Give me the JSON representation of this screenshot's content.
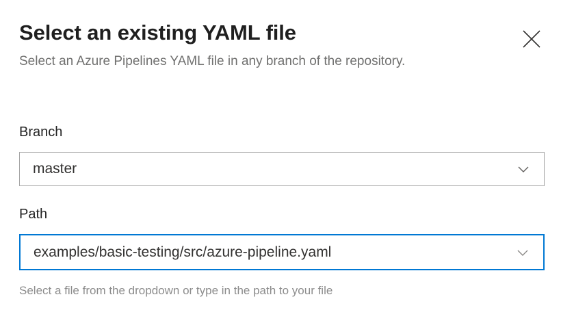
{
  "dialog": {
    "title": "Select an existing YAML file",
    "subtitle": "Select an Azure Pipelines YAML file in any branch of the repository.",
    "close_label": "Close",
    "close_icon": "close-icon"
  },
  "form": {
    "branch": {
      "label": "Branch",
      "value": "master",
      "chevron_icon": "chevron-down-icon",
      "focused": false
    },
    "path": {
      "label": "Path",
      "value": "examples/basic-testing/src/azure-pipeline.yaml",
      "chevron_icon": "chevron-down-icon",
      "focused": true,
      "help_text": "Select a file from the dropdown or type in the path to your file"
    }
  },
  "colors": {
    "background": "#ffffff",
    "title_text": "#1f1f1f",
    "subtitle_text": "#70706f",
    "label_text": "#242424",
    "value_text": "#323130",
    "help_text": "#8c8c8c",
    "border_default": "#a6a6a6",
    "border_focus": "#0078d4",
    "chevron": "#605e5c",
    "close_icon": "#323130"
  }
}
